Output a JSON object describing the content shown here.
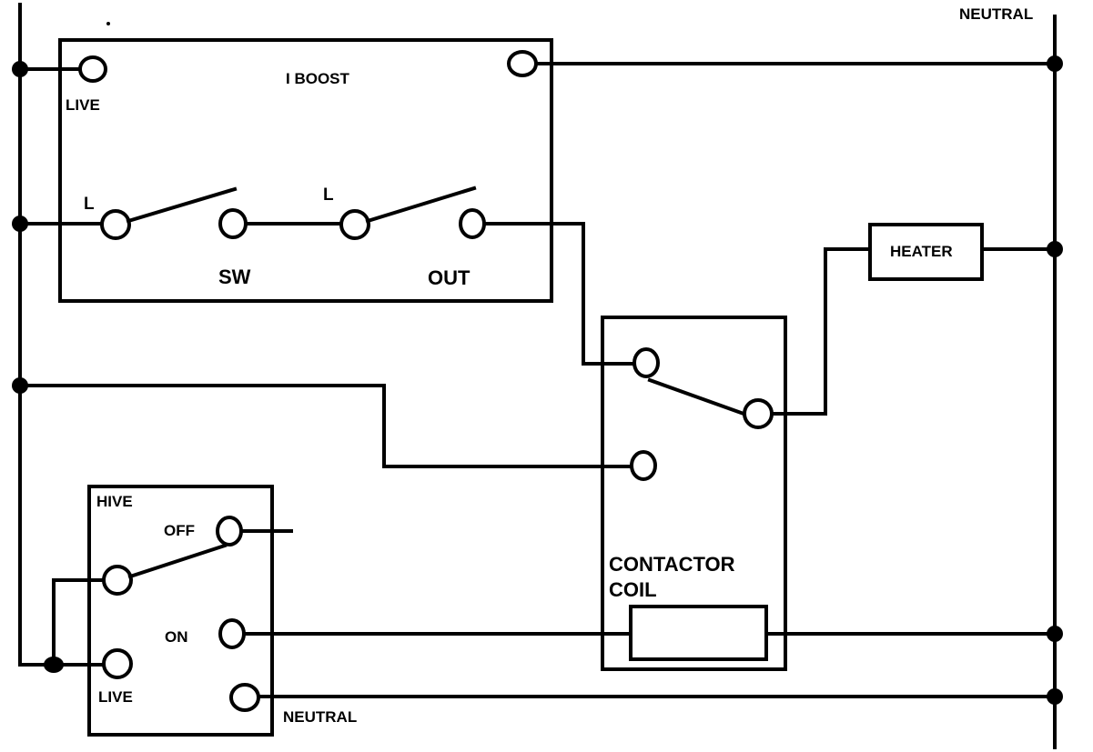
{
  "labels": {
    "neutral_top": "NEUTRAL",
    "iboost": "I BOOST",
    "iboost_live": "LIVE",
    "iboost_l1": "L",
    "iboost_l2": "L",
    "iboost_sw": "SW",
    "iboost_out": "OUT",
    "heater": "HEATER",
    "contactor_line1": "CONTACTOR",
    "contactor_line2": "COIL",
    "hive": "HIVE",
    "hive_off": "OFF",
    "hive_on": "ON",
    "hive_live": "LIVE",
    "hive_neutral": "NEUTRAL"
  }
}
